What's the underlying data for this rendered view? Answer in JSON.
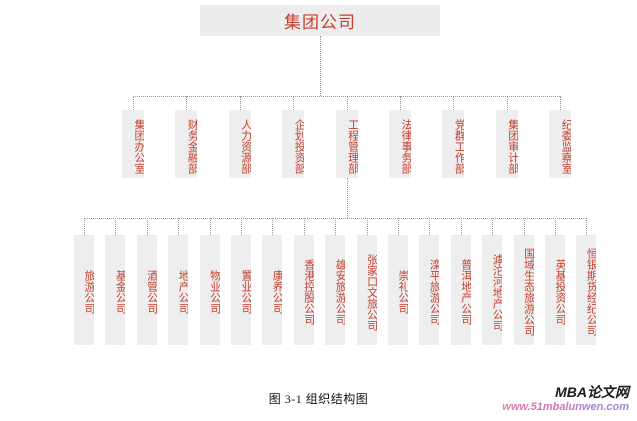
{
  "chart_data": {
    "type": "diagram",
    "diagram_kind": "organization-chart",
    "title": "组织结构图",
    "caption": "图 3-1  组织结构图",
    "orientation": "top-down",
    "connector_style": "dotted",
    "colors": {
      "node_fill": "#eeeeee",
      "node_text": "#c3402e",
      "connector": "#9a9a9a",
      "background": "#ffffff",
      "caption_text": "#111111",
      "watermark_brand": "#1b1b1b",
      "watermark_url": "#cf77b4"
    },
    "levels": [
      {
        "level": 1,
        "text_orientation": "horizontal",
        "nodes": [
          {
            "label": "集团公司"
          }
        ]
      },
      {
        "level": 2,
        "text_orientation": "vertical",
        "nodes": [
          {
            "label": "集团办公室"
          },
          {
            "label": "财务金融部"
          },
          {
            "label": "人力资源部"
          },
          {
            "label": "企划投资部"
          },
          {
            "label": "工程管理部"
          },
          {
            "label": "法律事务部"
          },
          {
            "label": "党群工作部"
          },
          {
            "label": "集团审计部"
          },
          {
            "label": "纪委监察室"
          }
        ]
      },
      {
        "level": 3,
        "text_orientation": "vertical",
        "nodes": [
          {
            "label": "旅游公司"
          },
          {
            "label": "基金公司"
          },
          {
            "label": "酒管公司"
          },
          {
            "label": "地产公司"
          },
          {
            "label": "物业公司"
          },
          {
            "label": "置业公司"
          },
          {
            "label": "康养公司"
          },
          {
            "label": "香港控股公司"
          },
          {
            "label": "雄安旅游公司"
          },
          {
            "label": "张家口文旅公司"
          },
          {
            "label": "崇礼公司"
          },
          {
            "label": "滦平旅游公司"
          },
          {
            "label": "普洱地产公司"
          },
          {
            "label": "滹沱河地产公司"
          },
          {
            "label": "国域生态旅游公司"
          },
          {
            "label": "英基投资公司"
          },
          {
            "label": "恒银期货经纪公司"
          }
        ]
      }
    ]
  },
  "watermark": {
    "brand": "MBA论文网",
    "url": "www.51mbalunwen.com"
  }
}
